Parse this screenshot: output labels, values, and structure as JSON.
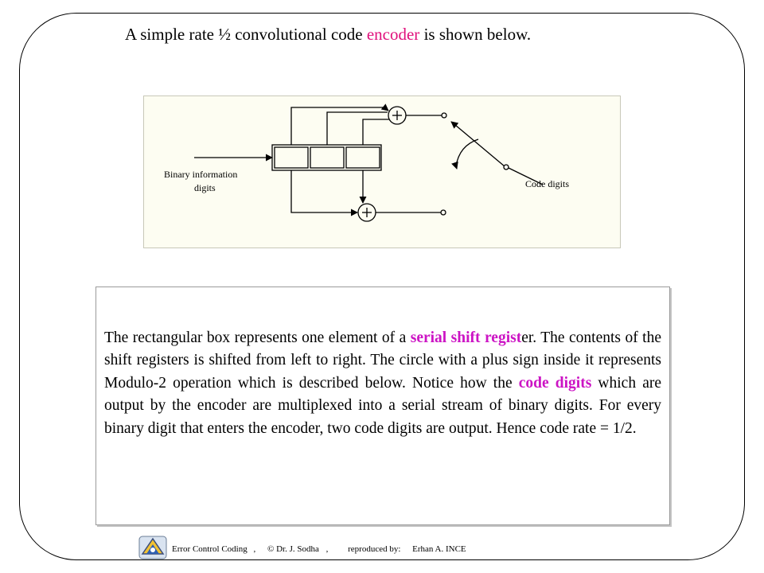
{
  "title": {
    "before": "A simple rate ½ convolutional code ",
    "highlight": "encoder",
    "after": " is shown below."
  },
  "diagram": {
    "input_label_line1": "Binary information",
    "input_label_line2": "digits",
    "output_label": "Code digits",
    "adder_symbol": "+"
  },
  "body": {
    "p1": "The rectangular box represents one element of a ",
    "h1": "serial shift",
    "p2": " ",
    "h2": "regist",
    "p3": "er.  The contents of the shift registers is shifted from left to right. The circle with a plus sign inside it represents Modulo-2 operation which is described below.  Notice how the ",
    "h3": "code digits",
    "p4": " which are output by the encoder are multiplexed into a serial stream of binary digits.   For every binary digit that enters the encoder, two code digits are output.   Hence code rate = 1/2."
  },
  "footer": {
    "course": "Error Control Coding",
    "sep1": ",",
    "author": "© Dr. J. Sodha",
    "sep2": ",",
    "reproduced_label": "reproduced by:",
    "reproducer": "Erhan A. INCE"
  },
  "colors": {
    "title_highlight": "#e0107c",
    "body_highlight": "#cc14c4"
  }
}
